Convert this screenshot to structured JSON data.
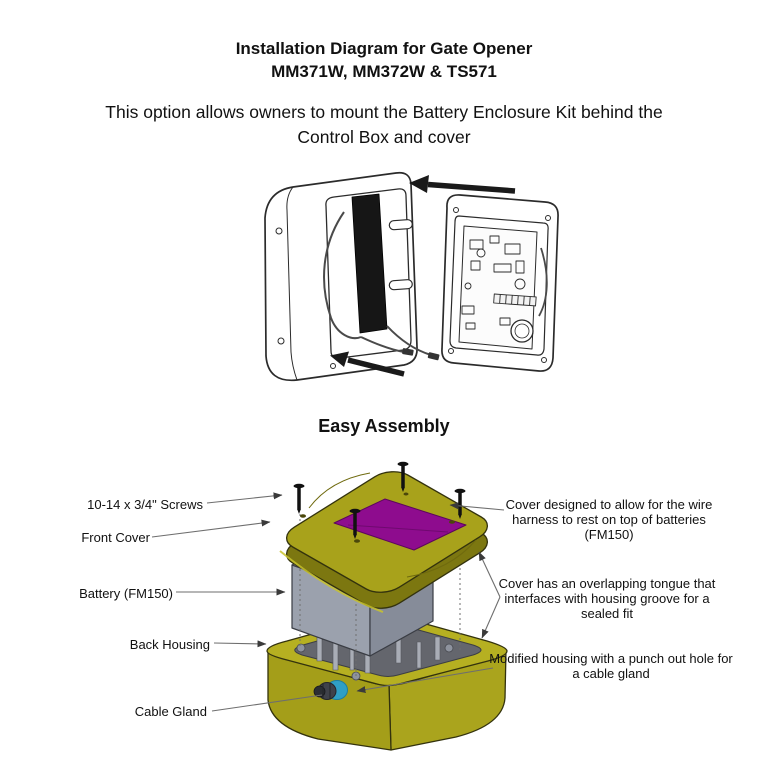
{
  "header": {
    "title_line1": "Installation Diagram for Gate Opener",
    "title_line2": "MM371W, MM372W & TS571",
    "subtitle": "This option allows owners to mount the Battery Enclosure Kit behind the Control Box and cover"
  },
  "assembly": {
    "heading": "Easy Assembly",
    "part_labels": {
      "screws": "10-14 x 3/4\" Screws",
      "front_cover": "Front Cover",
      "battery": "Battery (FM150)",
      "back_housing": "Back Housing",
      "cable_gland": "Cable Gland"
    },
    "notes": {
      "cover_wire": "Cover designed to allow for the wire harness to rest on top of batteries (FM150)",
      "cover_tongue": "Cover has an overlapping tongue that interfaces with housing groove for a sealed fit",
      "modified_housing": "Modified housing with a punch out hole for a cable gland"
    },
    "colors": {
      "cover_top": "#a8a21b",
      "cover_rim": "#7c7710",
      "cover_highlight": "#c9c32c",
      "label_window": "#8e0c8e",
      "battery_top": "#b9bdc7",
      "battery_front": "#9ba1ad",
      "battery_side": "#868c99",
      "housing_wall_left": "#a49e19",
      "housing_wall_right": "#aaa41d",
      "housing_rim": "#b6b021",
      "housing_interior": "#64666d",
      "gland_ring": "#2f9fc5",
      "gland_nut": "#3f424a"
    }
  }
}
